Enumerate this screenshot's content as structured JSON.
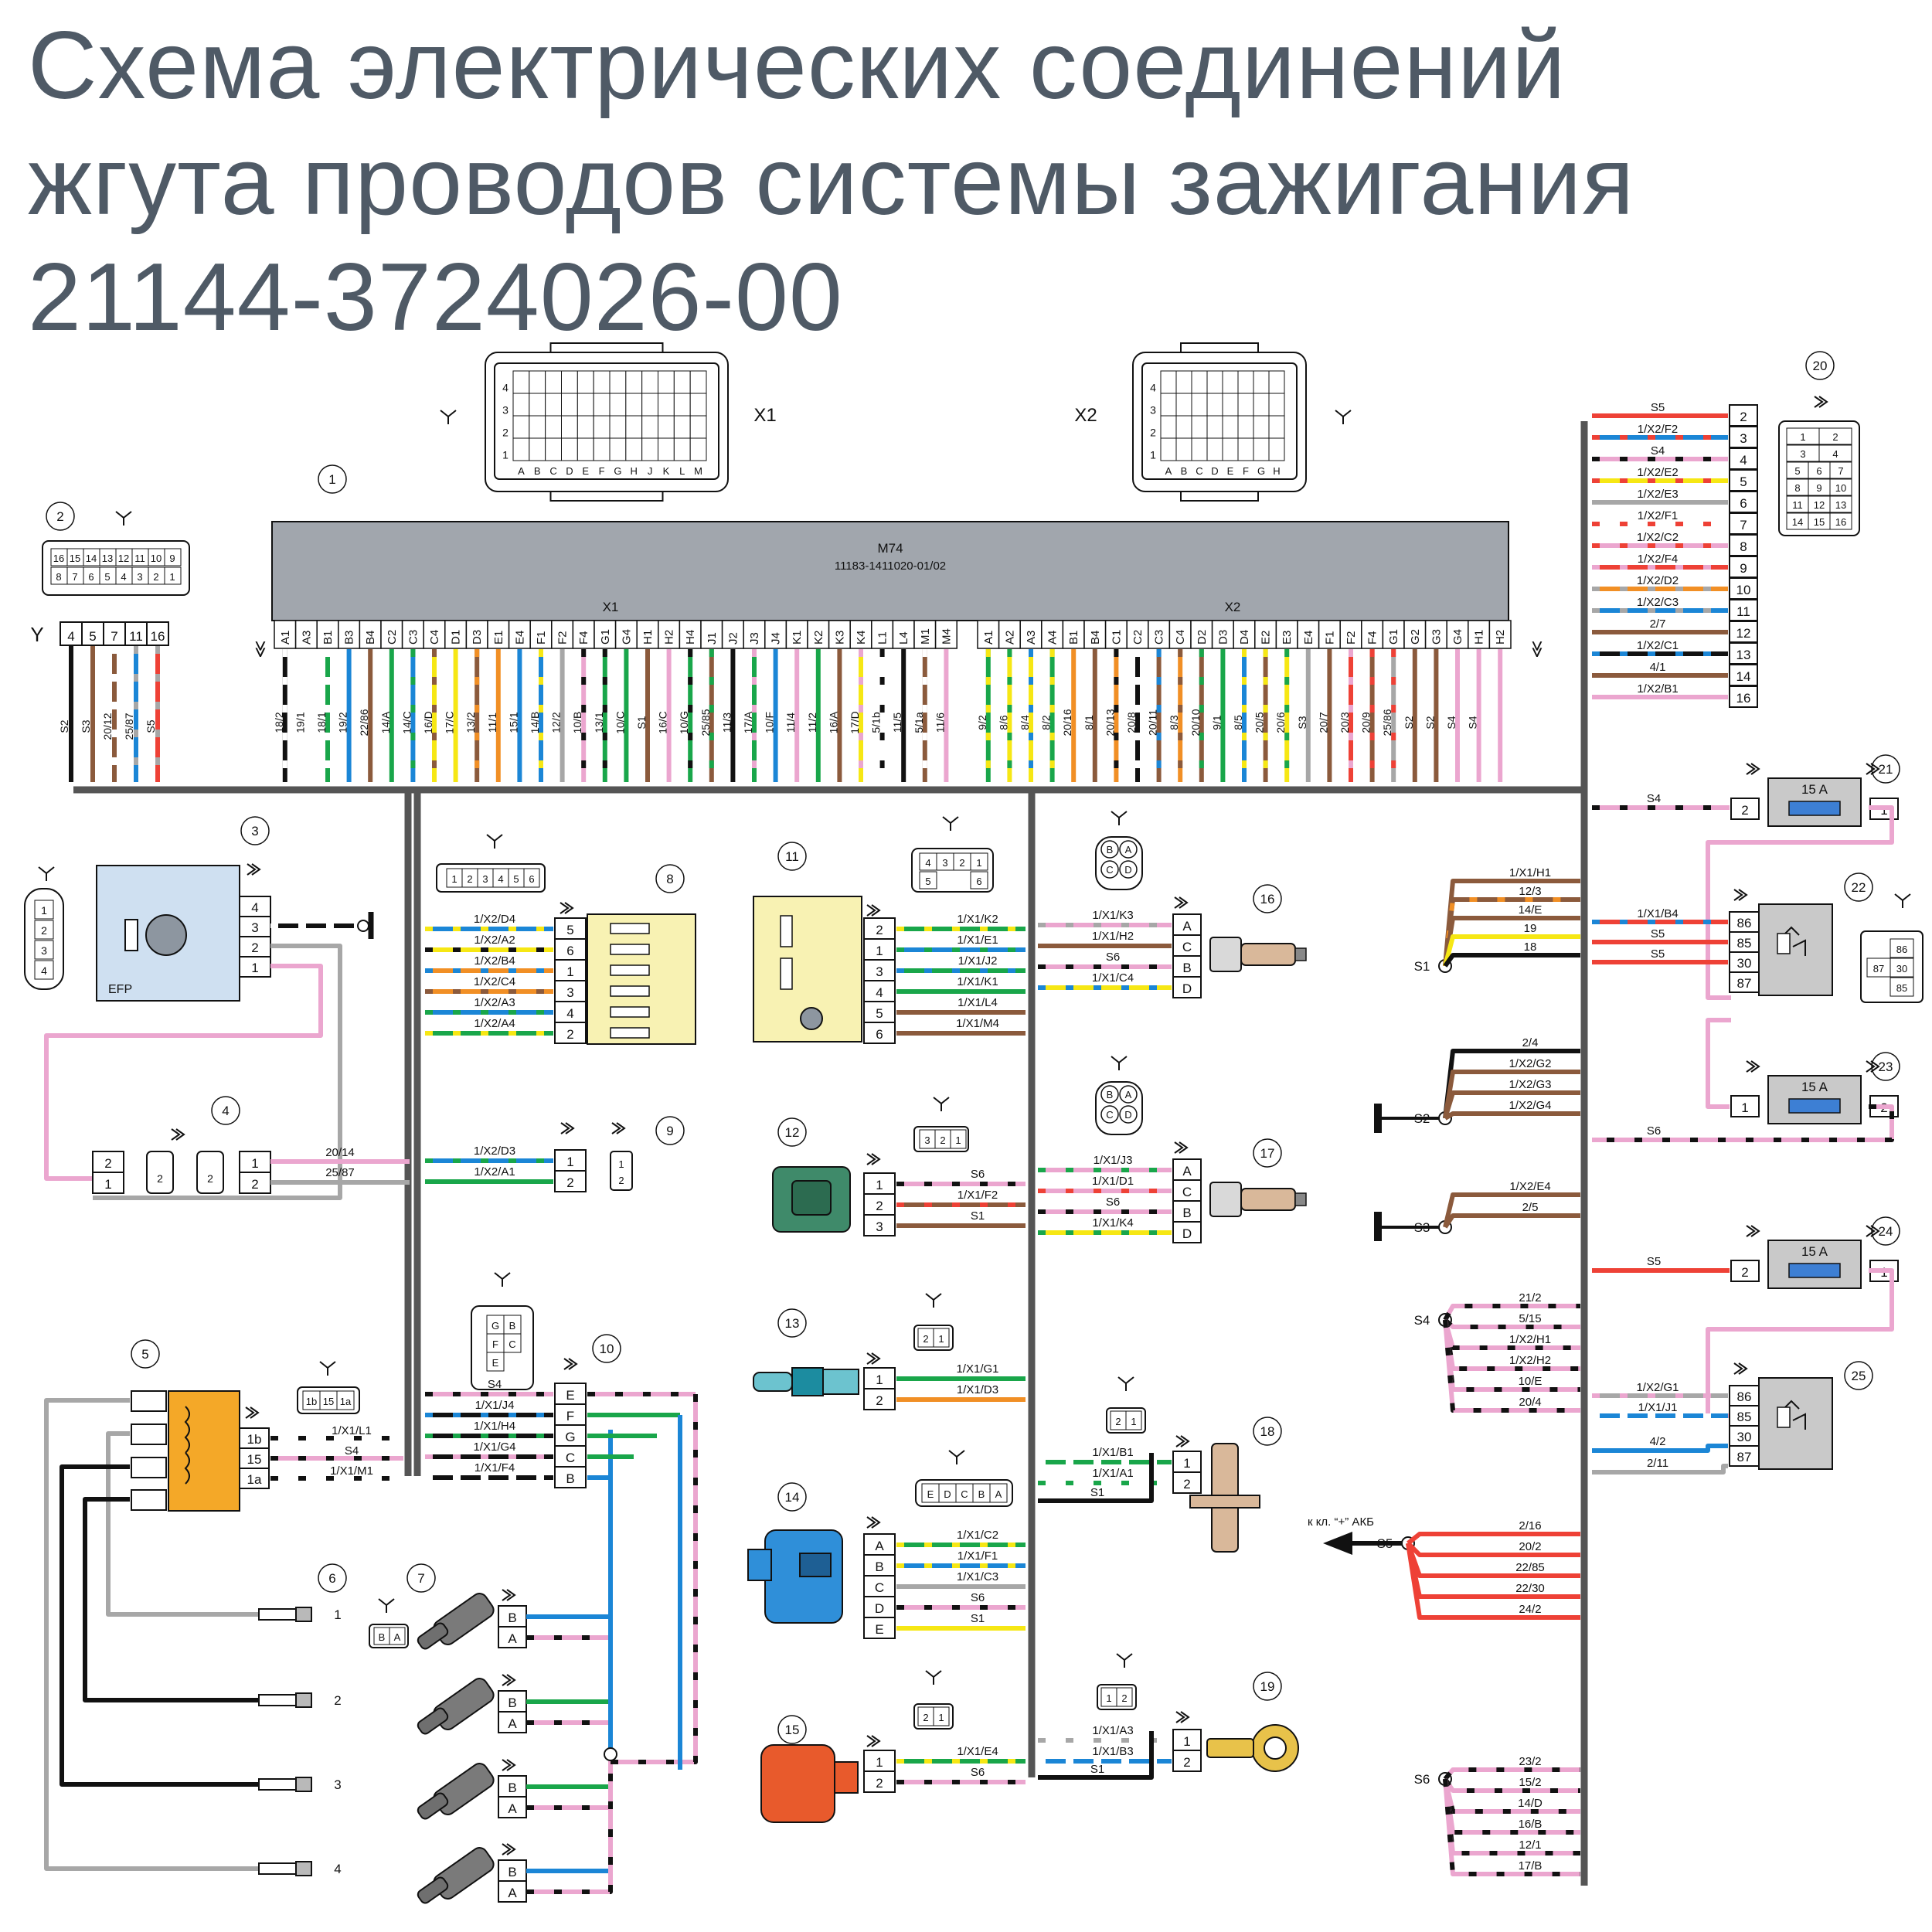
{
  "title": {
    "line1": "Схема электрических соединений",
    "line2": "жгута проводов системы зажигания",
    "line3": "21144-3724026-00"
  },
  "ecu": {
    "number": "1",
    "model": "M74",
    "part": "11183-1411020-01/02",
    "x1_label": "X1",
    "x2_label": "X2",
    "x1_pins": [
      "A1",
      "A3",
      "B1",
      "B3",
      "B4",
      "C2",
      "C3",
      "C4",
      "D1",
      "D3",
      "E1",
      "E4",
      "F1",
      "F2",
      "F4",
      "G1",
      "G4",
      "H1",
      "H2",
      "H4",
      "J1",
      "J2",
      "J3",
      "J4",
      "K1",
      "K2",
      "K3",
      "K4",
      "L1",
      "L4",
      "M1",
      "M4"
    ],
    "x2_pins": [
      "A1",
      "A2",
      "A3",
      "A4",
      "B1",
      "B4",
      "C1",
      "C2",
      "C3",
      "C4",
      "D2",
      "D3",
      "D4",
      "E2",
      "E3",
      "E4",
      "F1",
      "F2",
      "F4",
      "G1",
      "G2",
      "G3",
      "G4",
      "H1",
      "H2"
    ],
    "x1_wires": [
      "18/2",
      "19/1",
      "18/1",
      "19/2",
      "22/86",
      "14/A",
      "14/C",
      "16/D",
      "17/C",
      "13/2",
      "11/1",
      "15/1",
      "14/B",
      "12/2",
      "10/B",
      "13/1",
      "10/C",
      "S1",
      "16/C",
      "10/G",
      "25/85",
      "11/3",
      "17/A",
      "10/F",
      "11/4",
      "11/2",
      "16/A",
      "17/D",
      "5/1b",
      "11/5",
      "5/1a",
      "11/6"
    ],
    "x2_wires": [
      "9/2",
      "8/6",
      "8/4",
      "8/2",
      "20/16",
      "8/1",
      "20/13",
      "20/8",
      "20/11",
      "8/3",
      "20/10",
      "9/1",
      "8/5",
      "20/5",
      "20/6",
      "S3",
      "20/7",
      "20/3",
      "20/9",
      "25/86",
      "S2",
      "S2",
      "S4",
      "S4"
    ]
  },
  "connector_x1": {
    "label": "X1",
    "rows": [
      "4",
      "3",
      "2",
      "1"
    ],
    "cols": [
      "A",
      "B",
      "C",
      "D",
      "E",
      "F",
      "G",
      "H",
      "J",
      "K",
      "L",
      "M"
    ]
  },
  "connector_x2": {
    "label": "X2",
    "rows": [
      "4",
      "3",
      "2",
      "1"
    ],
    "cols": [
      "A",
      "B",
      "C",
      "D",
      "E",
      "F",
      "G",
      "H"
    ]
  },
  "comp2": {
    "number": "2",
    "top": [
      "16",
      "15",
      "14",
      "13",
      "12",
      "11",
      "10",
      "9"
    ],
    "bottom": [
      "8",
      "7",
      "6",
      "5",
      "4",
      "3",
      "2",
      "1"
    ],
    "pins": [
      "4",
      "5",
      "7",
      "11",
      "16"
    ],
    "wires": [
      "S2",
      "S3",
      "20/12",
      "25/87",
      "S5"
    ]
  },
  "comp3": {
    "number": "3",
    "label": "EFP",
    "pins": [
      "4",
      "3",
      "2",
      "1"
    ]
  },
  "comp4": {
    "number": "4",
    "pins_left": [
      "2",
      "1"
    ],
    "pins_right": [
      "1",
      "2"
    ],
    "wires": [
      "20/14",
      "25/87"
    ]
  },
  "comp5": {
    "number": "5",
    "pins": [
      "1b",
      "15",
      "1a"
    ],
    "conn": [
      "1b",
      "15",
      "1a"
    ],
    "wires": [
      "1/X1/L1",
      "S4",
      "1/X1/M1"
    ]
  },
  "comp6": {
    "number": "6",
    "plugs": [
      "1",
      "2",
      "3",
      "4"
    ]
  },
  "comp7": {
    "number": "7",
    "conn": [
      "B",
      "A"
    ],
    "pins": [
      "B",
      "A"
    ]
  },
  "comp8": {
    "number": "8",
    "conn": [
      "1",
      "2",
      "3",
      "4",
      "5",
      "6"
    ],
    "pins": [
      "5",
      "6",
      "1",
      "3",
      "4",
      "2"
    ],
    "wires": [
      "1/X2/D4",
      "1/X2/A2",
      "1/X2/B4",
      "1/X2/C4",
      "1/X2/A3",
      "1/X2/A4"
    ]
  },
  "comp9": {
    "number": "9",
    "pins": [
      "1",
      "2"
    ],
    "wires": [
      "1/X2/D3",
      "1/X2/A1"
    ]
  },
  "comp10": {
    "number": "10",
    "conn": [
      "G",
      "B",
      "F",
      "C",
      "E"
    ],
    "pins": [
      "E",
      "F",
      "G",
      "C",
      "B"
    ],
    "wires": [
      "S4",
      "1/X1/J4",
      "1/X1/H4",
      "1/X1/G4",
      "1/X1/F4"
    ]
  },
  "comp11": {
    "number": "11",
    "conn": [
      "4",
      "3",
      "2",
      "1",
      "5",
      "6"
    ],
    "pins": [
      "2",
      "1",
      "3",
      "4",
      "5",
      "6"
    ],
    "wires": [
      "1/X1/K2",
      "1/X1/E1",
      "1/X1/J2",
      "1/X1/K1",
      "1/X1/L4",
      "1/X1/M4"
    ]
  },
  "comp12": {
    "number": "12",
    "conn": [
      "3",
      "2",
      "1"
    ],
    "pins": [
      "1",
      "2",
      "3"
    ],
    "wires": [
      "S6",
      "1/X1/F2",
      "S1"
    ]
  },
  "comp13": {
    "number": "13",
    "conn": [
      "2",
      "1"
    ],
    "pins": [
      "1",
      "2"
    ],
    "wires": [
      "1/X1/G1",
      "1/X1/D3"
    ]
  },
  "comp14": {
    "number": "14",
    "conn": [
      "E",
      "D",
      "C",
      "B",
      "A"
    ],
    "pins": [
      "A",
      "B",
      "C",
      "D",
      "E"
    ],
    "wires": [
      "1/X1/C2",
      "1/X1/F1",
      "1/X1/C3",
      "S6",
      "S1"
    ]
  },
  "comp15": {
    "number": "15",
    "conn": [
      "2",
      "1"
    ],
    "pins": [
      "1",
      "2"
    ],
    "wires": [
      "1/X1/E4",
      "S6"
    ]
  },
  "comp16": {
    "number": "16",
    "conn": [
      "B",
      "A",
      "C",
      "D"
    ],
    "pins": [
      "A",
      "C",
      "B",
      "D"
    ],
    "wires": [
      "1/X1/K3",
      "1/X1/H2",
      "S6",
      "1/X1/C4"
    ]
  },
  "comp17": {
    "number": "17",
    "conn": [
      "B",
      "A",
      "C",
      "D"
    ],
    "pins": [
      "A",
      "C",
      "B",
      "D"
    ],
    "wires": [
      "1/X1/J3",
      "1/X1/D1",
      "S6",
      "1/X1/K4"
    ]
  },
  "comp18": {
    "number": "18",
    "conn": [
      "2",
      "1"
    ],
    "pins": [
      "1",
      "2"
    ],
    "wires": [
      "1/X1/B1",
      "1/X1/A1",
      "S1"
    ]
  },
  "comp19": {
    "number": "19",
    "conn": [
      "1",
      "2"
    ],
    "pins": [
      "1",
      "2"
    ],
    "wires": [
      "1/X1/A3",
      "1/X1/B3",
      "S1"
    ]
  },
  "comp20": {
    "number": "20",
    "grid": [
      "1",
      "2",
      "3",
      "4",
      "5",
      "6",
      "7",
      "8",
      "9",
      "10",
      "11",
      "12",
      "13",
      "14",
      "15",
      "16"
    ],
    "pins": [
      "2",
      "3",
      "4",
      "5",
      "6",
      "7",
      "8",
      "9",
      "10",
      "11",
      "12",
      "13",
      "14",
      "16"
    ],
    "wires": [
      "S5",
      "1/X2/F2",
      "S4",
      "1/X2/E2",
      "1/X2/E3",
      "1/X2/F1",
      "1/X2/C2",
      "1/X2/F4",
      "1/X2/D2",
      "1/X2/C3",
      "2/7",
      "1/X2/C1",
      "4/1",
      "1/X2/B1"
    ]
  },
  "comp21": {
    "number": "21",
    "fuse": "15 A",
    "pins": [
      "2",
      "1"
    ],
    "wire": "S4"
  },
  "comp22": {
    "number": "22",
    "pins": [
      "86",
      "85",
      "30",
      "87"
    ],
    "wires": [
      "1/X1/B4",
      "S5",
      "S5"
    ],
    "conn": [
      "86",
      "87",
      "30",
      "85"
    ]
  },
  "comp23": {
    "number": "23",
    "fuse": "15 A",
    "pins": [
      "1",
      "2"
    ],
    "wire": "S6"
  },
  "comp24": {
    "number": "24",
    "fuse": "15 A",
    "pins": [
      "2",
      "1"
    ],
    "wire": "S5"
  },
  "comp25": {
    "number": "25",
    "pins": [
      "86",
      "85",
      "30",
      "87"
    ],
    "wires": [
      "1/X2/G1",
      "1/X1/J1",
      "4/2",
      "2/11"
    ]
  },
  "splices": {
    "S1": {
      "label": "S1",
      "wires": [
        "1/X1/H1",
        "12/3",
        "14/E",
        "19",
        "18"
      ]
    },
    "S2": {
      "label": "S2",
      "wires": [
        "2/4",
        "1/X2/G2",
        "1/X2/G3",
        "1/X2/G4"
      ]
    },
    "S3": {
      "label": "S3",
      "wires": [
        "1/X2/E4",
        "2/5"
      ]
    },
    "S4": {
      "label": "S4",
      "wires": [
        "21/2",
        "5/15",
        "1/X2/H1",
        "1/X2/H2",
        "10/E",
        "20/4"
      ]
    },
    "S5": {
      "label": "S5",
      "note": "к кл. “+” АКБ",
      "wires": [
        "2/16",
        "20/2",
        "22/85",
        "22/30",
        "24/2"
      ]
    },
    "S6": {
      "label": "S6",
      "wires": [
        "23/2",
        "15/2",
        "14/D",
        "16/B",
        "12/1",
        "17/B"
      ]
    }
  },
  "colors": {
    "text": "#4f5a66",
    "harness": "#555555",
    "ecu": "#a1a6ad",
    "component_yellow": "#f8f2b3",
    "component_blue": "#cfe0f1",
    "relay_gray": "#c9c9c9",
    "coil_orange": "#f4a828",
    "fuse_blue": "#3d7fd4"
  }
}
